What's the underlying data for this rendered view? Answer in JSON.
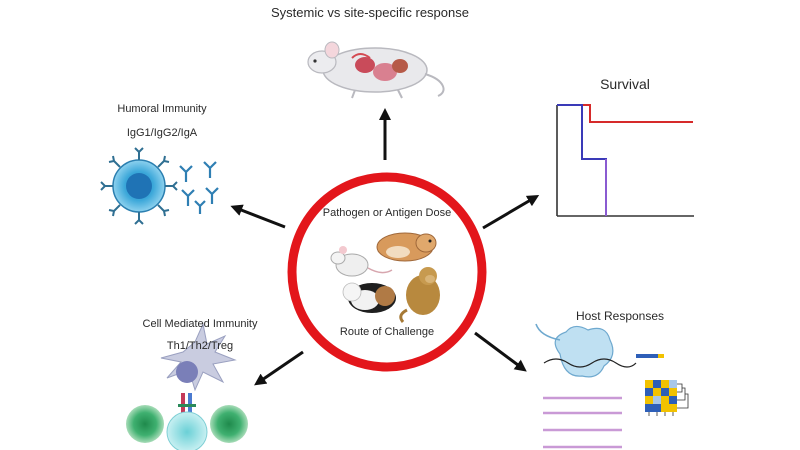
{
  "center": {
    "top_label": "Pathogen or Antigen Dose",
    "bottom_label": "Route of Challenge"
  },
  "panels": {
    "systemic": {
      "title": "Systemic vs site-specific response"
    },
    "humoral": {
      "title": "Humoral Immunity",
      "subtitle": "IgG1/IgG2/IgA"
    },
    "survival": {
      "title": "Survival"
    },
    "cmi": {
      "title": "Cell Mediated Immunity",
      "subtitle": "Th1/Th2/Treg"
    },
    "host": {
      "title": "Host Responses"
    }
  },
  "colors": {
    "ring": "#e3161b",
    "arrow": "#111111",
    "cell_blue": "#3ba7d9",
    "survival_red": "#d62a2a",
    "survival_blue": "#3a3ab8",
    "survival_purple": "#8a5bd1"
  }
}
